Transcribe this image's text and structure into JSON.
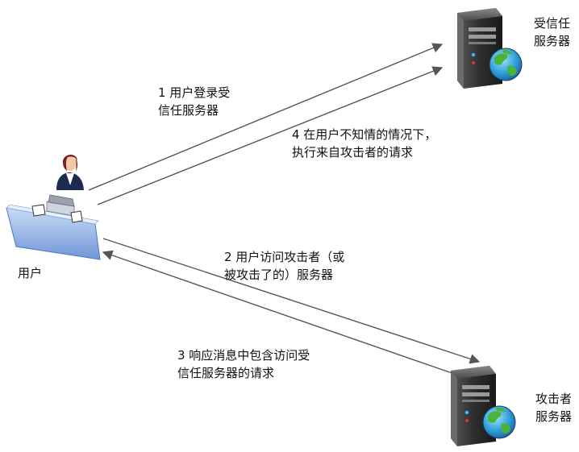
{
  "nodes": {
    "trusted_server": {
      "label_lines": [
        "受信任",
        "服务器"
      ],
      "icon": "server-globe-icon"
    },
    "attacker_server": {
      "label_lines": [
        "攻击者",
        "服务器"
      ],
      "icon": "server-globe-icon"
    },
    "user": {
      "label": "用户",
      "icon": "user-at-desk-icon"
    }
  },
  "steps": [
    {
      "lines": [
        "1 用户登录受",
        "信任服务器"
      ]
    },
    {
      "lines": [
        "2 用户访问攻击者（或",
        "被攻击了的）服务器"
      ]
    },
    {
      "lines": [
        "3 响应消息中包含访问受",
        "信任服务器的请求"
      ]
    },
    {
      "lines": [
        "4 在用户不知情的情况下，",
        "执行来自攻击者的请求"
      ]
    }
  ],
  "colors": {
    "arrow": "#555555",
    "server_body": "#2b2b2b",
    "desk": "#7fa6e0",
    "person_suit": "#1d2a52"
  }
}
